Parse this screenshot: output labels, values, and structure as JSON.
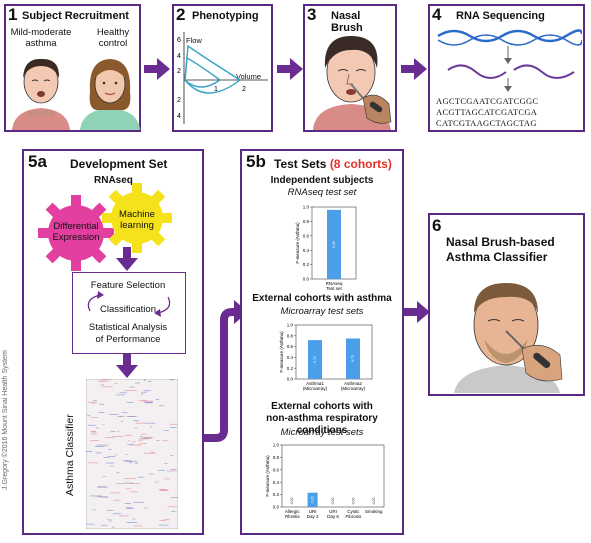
{
  "panel1": {
    "num": "1",
    "title": "Subject Recruitment",
    "label_a": "Mild-moderate",
    "label_b": "asthma",
    "label_c": "Healthy",
    "label_d": "control"
  },
  "panel2": {
    "num": "2",
    "title": "Phenotyping",
    "flow": "Flow",
    "volume": "Volume",
    "ticks": [
      "6",
      "4",
      "2",
      "1",
      "2",
      "2",
      "4"
    ]
  },
  "panel3": {
    "num": "3",
    "title": "Nasal Brush"
  },
  "panel4": {
    "num": "4",
    "title": "RNA Sequencing",
    "seq": [
      "AGCTCGAATCGATCGGC",
      "ACGTTAGCATCGATCGA",
      "CATCGTAAGCTAGCTAG"
    ]
  },
  "panel5a": {
    "num": "5a",
    "title": "Development Set",
    "rnaseq": "RNAseq",
    "gear1_a": "Differential",
    "gear1_b": "Expression",
    "gear2_a": "Machine",
    "gear2_b": "learning",
    "feature": "Feature Selection",
    "classification": "Classification",
    "stat_a": "Statistical Analysis",
    "stat_b": "of Performance",
    "classifier": "Asthma Classifier"
  },
  "panel5b": {
    "num": "5b",
    "title": "Test Sets",
    "cohorts": "(8 cohorts)",
    "s1_title": "Independent subjects",
    "s1_sub": "RNAseq test set",
    "s2_title": "External cohorts with asthma",
    "s2_sub": "Microarray test sets",
    "s3_title_a": "External cohorts with",
    "s3_title_b": "non-asthma respiratory conditions",
    "s3_sub": "Microarray test sets"
  },
  "panel6": {
    "num": "6",
    "title_a": "Nasal Brush-based",
    "title_b": "Asthma Classifier"
  },
  "credit": "J.Gregory ©2016 Mount Sinai Health System",
  "colors": {
    "frame": "#5b2a86",
    "arrow": "#6a2c91",
    "bar": "#4a9fe8",
    "red": "#e0302a",
    "magenta": "#e23fa0",
    "yellow": "#f5e21b"
  },
  "chart_data": [
    {
      "type": "bar",
      "categories": [
        "RNAseq Test set"
      ],
      "values": [
        0.96
      ],
      "ylabel": "F-measure (Asthma)",
      "ylim": [
        0,
        1.0
      ],
      "yticks": [
        "0.0",
        "0.2",
        "0.4",
        "0.6",
        "0.8",
        "1.0"
      ],
      "data_labels": [
        "0.96"
      ]
    },
    {
      "type": "bar",
      "categories": [
        "Asthma1 (Microarray)",
        "Asthma2 (Microarray)"
      ],
      "values": [
        0.72,
        0.75
      ],
      "ylabel": "F-measure (Asthma)",
      "ylim": [
        0,
        1.0
      ],
      "yticks": [
        "0.0",
        "0.2",
        "0.4",
        "0.6",
        "0.8",
        "1.0"
      ],
      "data_labels": [
        "0.72",
        "0.75"
      ]
    },
    {
      "type": "bar",
      "categories": [
        "Allergic Rhinitis",
        "URI Day 2",
        "URI Day 6",
        "Cystic Fibrosis",
        "Smoking"
      ],
      "values": [
        0.0,
        0.23,
        0.0,
        0.0,
        0.0
      ],
      "ylabel": "F-measure (Asthma)",
      "ylim": [
        0,
        1.0
      ],
      "yticks": [
        "0.0",
        "0.2",
        "0.4",
        "0.6",
        "0.8",
        "1.0"
      ],
      "data_labels": [
        "0.00",
        "0.23",
        "0.00",
        "0.00",
        "0.00"
      ]
    }
  ]
}
